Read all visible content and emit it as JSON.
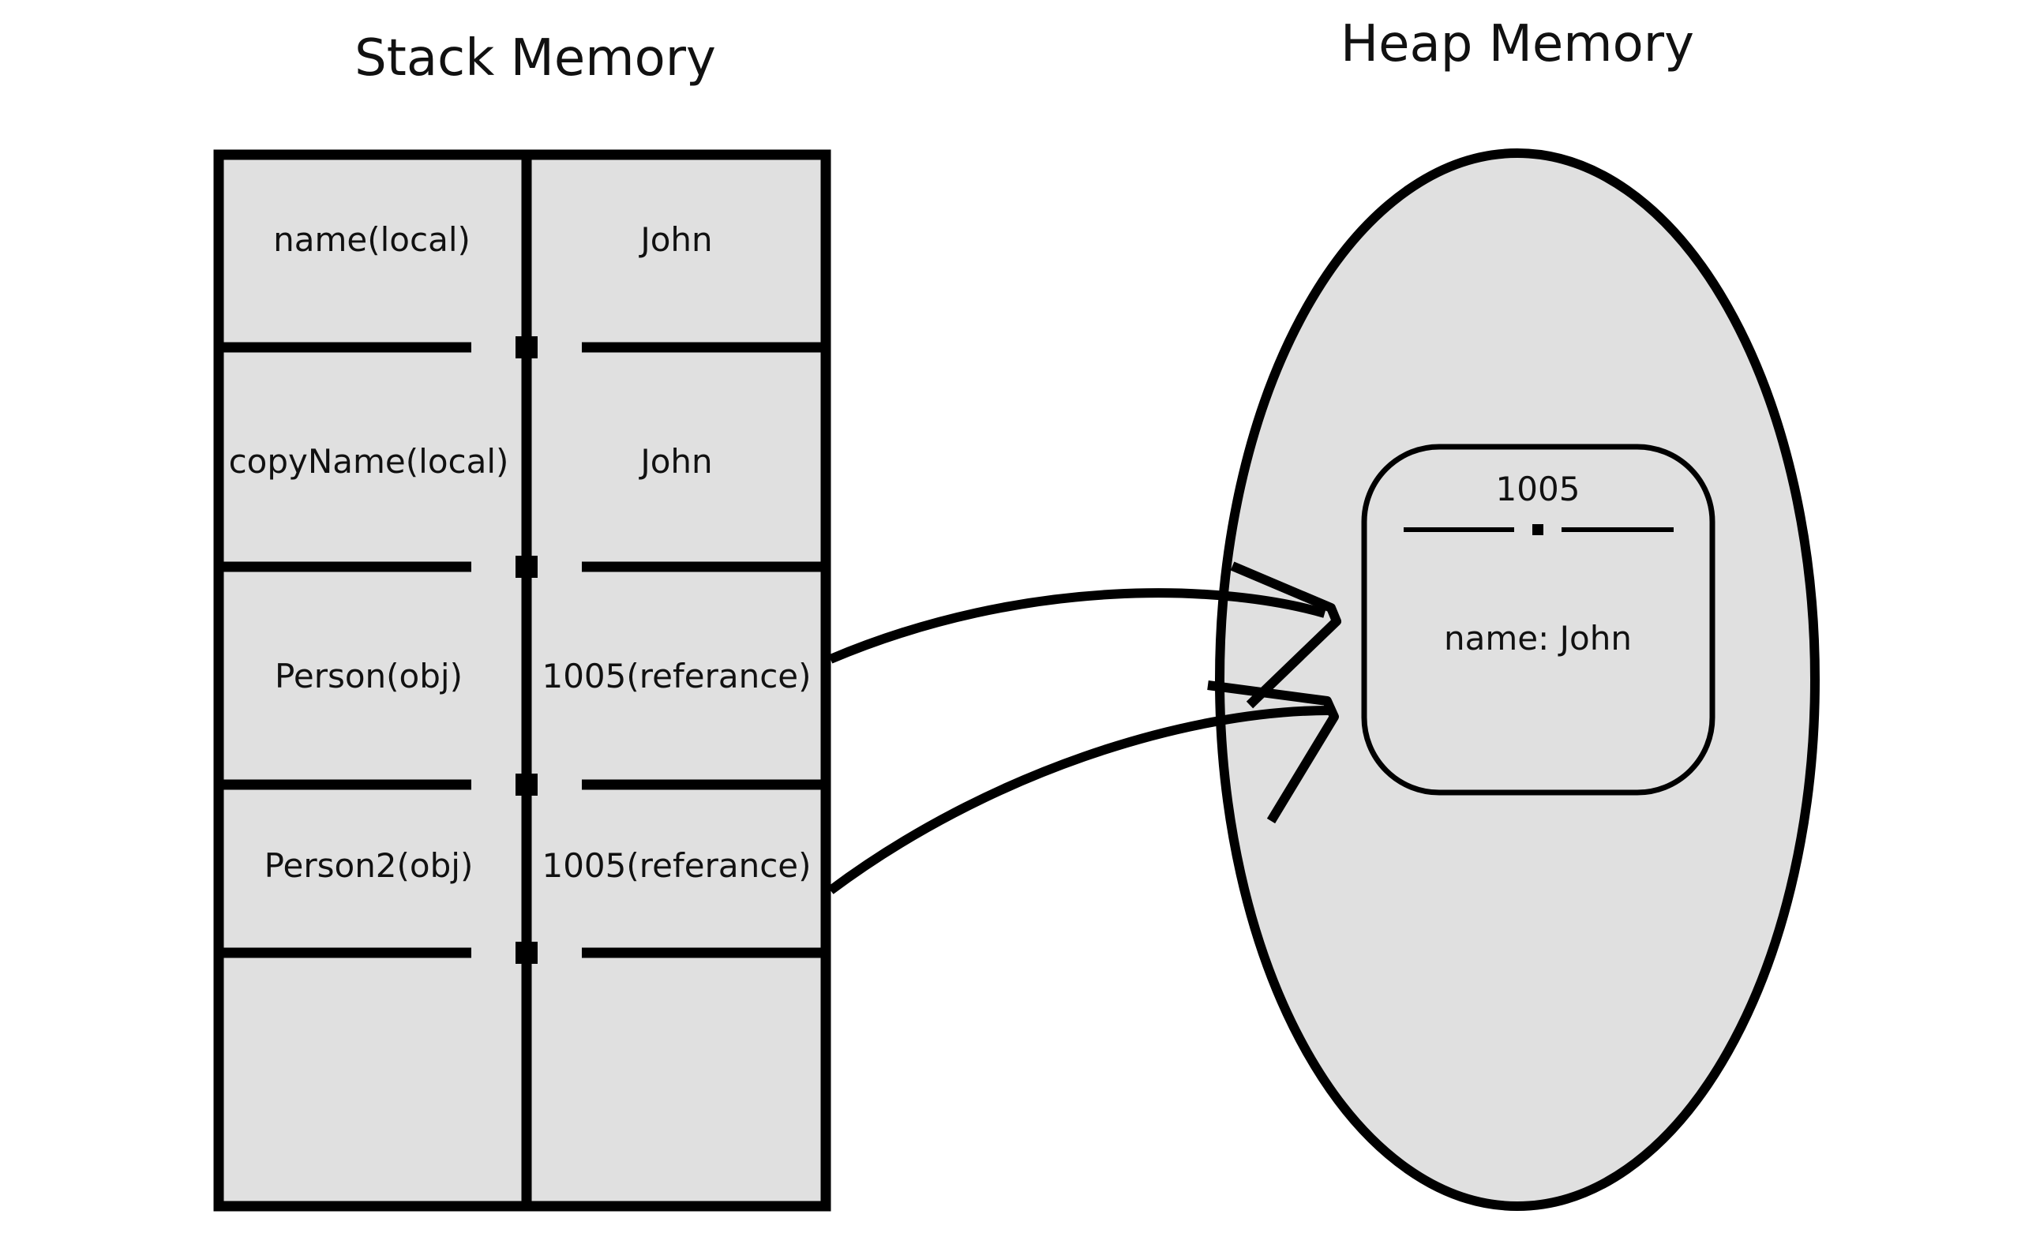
{
  "stack": {
    "title": "Stack Memory",
    "rows": [
      {
        "name": "name(local)",
        "value": "John"
      },
      {
        "name": "copyName(local)",
        "value": "John"
      },
      {
        "name": "Person(obj)",
        "value": "1005(referance)"
      },
      {
        "name": "Person2(obj)",
        "value": "1005(referance)"
      },
      {
        "name": "",
        "value": ""
      }
    ]
  },
  "heap": {
    "title": "Heap Memory",
    "object": {
      "address": "1005",
      "field": "name: John"
    }
  },
  "colors": {
    "fill": "#e0e0e0",
    "stroke": "#000000",
    "background": "#ffffff"
  }
}
